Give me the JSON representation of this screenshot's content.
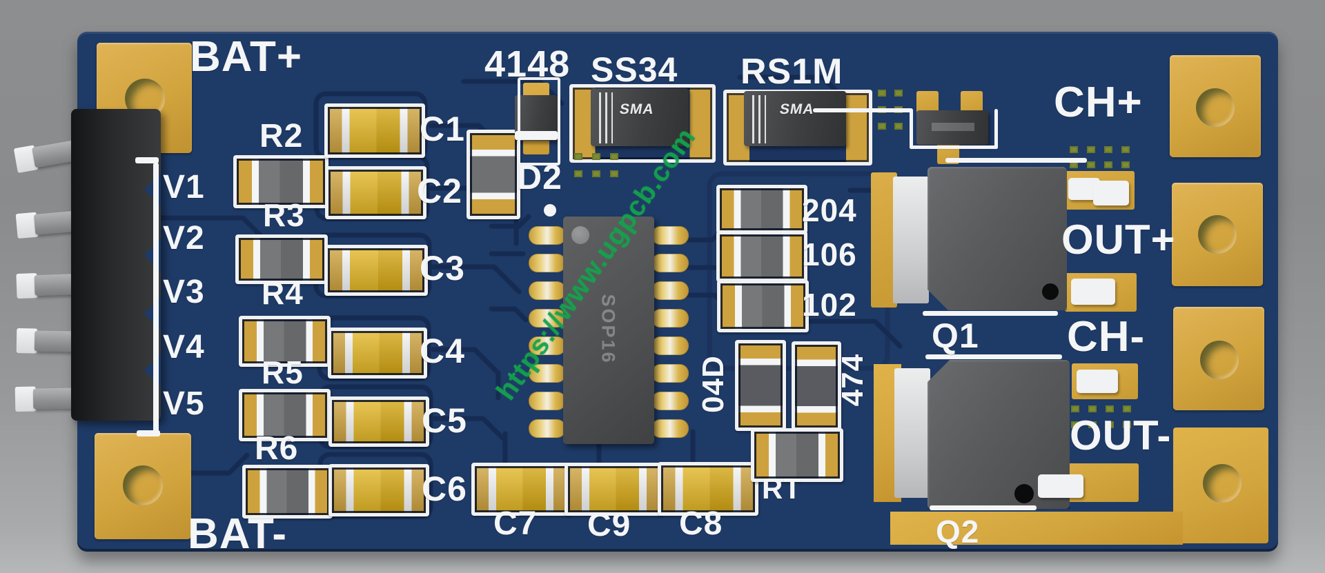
{
  "meta": {
    "scene": "3D render of a blue lithium battery protection PCB module",
    "watermark": "https://www.ugpcb.com"
  },
  "colors": {
    "background_grey": "#97989a",
    "board_blue": "#1e3a66",
    "trace_blue": "#15294e",
    "silkscreen_white": "#f4f5f7",
    "pad_gold": "#d2a53f",
    "capacitor_yellow": "#deb01e",
    "resistor_grey": "#707173",
    "component_dark": "#3f4043",
    "via_green": "#7d8b36",
    "watermark_green": "#14a24c"
  },
  "silk": {
    "bat_plus": "BAT+",
    "bat_minus": "BAT-",
    "ch_plus": "CH+",
    "ch_minus": "CH-",
    "out_plus": "OUT+",
    "out_minus": "OUT-",
    "v": [
      "V1",
      "V2",
      "V3",
      "V4",
      "V5"
    ],
    "r": [
      "R2",
      "R3",
      "R4",
      "R5",
      "R6"
    ],
    "c_left": [
      "C1",
      "C2",
      "C3",
      "C4",
      "C5",
      "C6"
    ],
    "c_bottom": [
      "C7",
      "C9",
      "C8"
    ],
    "r_values": [
      "204",
      "106",
      "102"
    ],
    "cap_codes": [
      "04D",
      "474"
    ],
    "rt": "RT",
    "d2": "D2",
    "q1": "Q1",
    "q2": "Q2",
    "diode_labels": [
      "4148",
      "SS34",
      "RS1M"
    ]
  },
  "markings": {
    "sma": "SMA",
    "ic_package": "SOP16"
  }
}
